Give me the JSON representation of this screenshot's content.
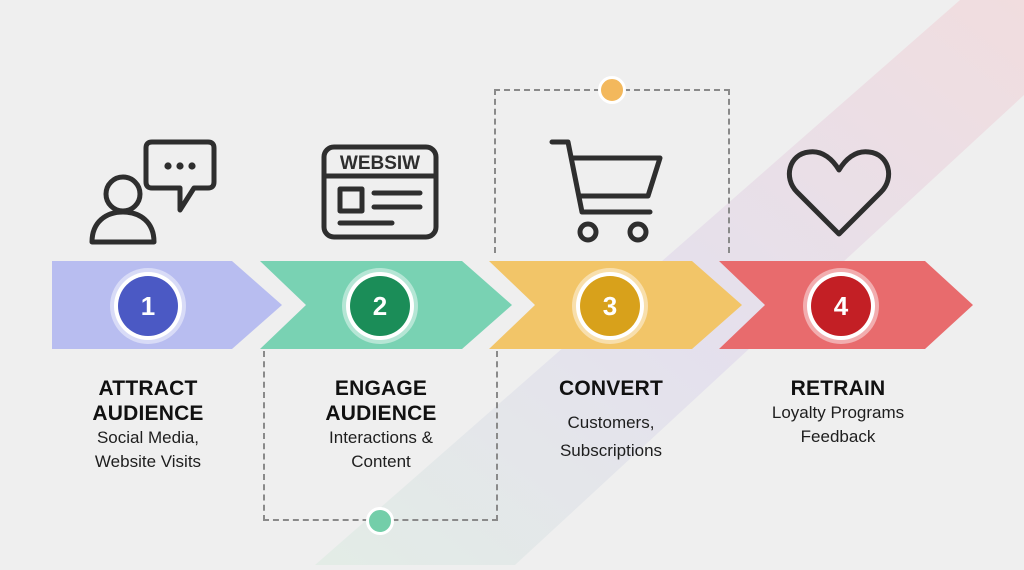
{
  "colors": {
    "background": "#efefef",
    "step1": "#b8bdf0",
    "step2": "#79d2b3",
    "step3": "#f2c568",
    "step4": "#e86b6d",
    "badge1": "#4b59c4",
    "badge2": "#1b8d58",
    "badge3": "#d8a11b",
    "badge4": "#c31f25",
    "icon_stroke": "#2e2e2e"
  },
  "steps": [
    {
      "number": "1",
      "title": "ATTRACT\nAUDIENCE",
      "description": "Social Media,\nWebsite Visits",
      "icon": "user-chat-icon"
    },
    {
      "number": "2",
      "title": "ENGAGE\nAUDIENCE",
      "description": "Interactions &\nContent",
      "icon": "website-icon",
      "icon_text": "WEBSIW"
    },
    {
      "number": "3",
      "title": "CONVERT",
      "description": "Customers,\nSubscriptions",
      "icon": "shopping-cart-icon"
    },
    {
      "number": "4",
      "title": "RETRAIN",
      "description": "Loyalty Programs\nFeedback",
      "icon": "heart-icon"
    }
  ]
}
